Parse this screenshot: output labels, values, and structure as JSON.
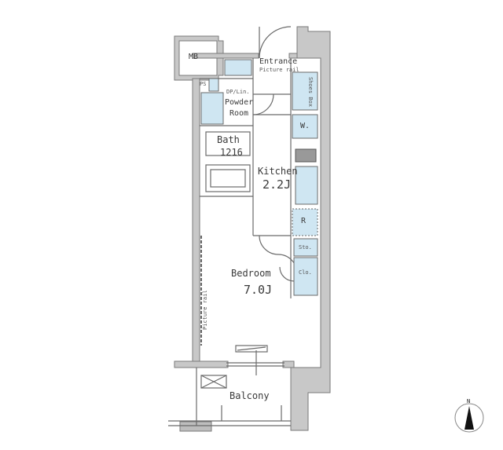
{
  "floor_plan": {
    "rooms": {
      "entrance": {
        "label": "Entrance",
        "sub": "Picture rail"
      },
      "powder_room": {
        "label_line1": "Powder",
        "label_line2": "Room",
        "appliance": "DP/Lin."
      },
      "bath": {
        "label": "Bath",
        "size": "1216"
      },
      "kitchen": {
        "label": "Kitchen",
        "size": "2.2J"
      },
      "bedroom": {
        "label": "Bedroom",
        "size": "7.0J"
      },
      "balcony": {
        "label": "Balcony"
      }
    },
    "fixtures": {
      "mb": "MB",
      "ps": "PS",
      "shoes_box": "Shoes Box",
      "washer": "W.",
      "refrigerator": "R",
      "storage": "Sto.",
      "closet": "Clo.",
      "picture_rail": "Picture rail"
    },
    "compass": {
      "label": "N"
    },
    "colors": {
      "wall": "#c8c8c8",
      "wall_stroke": "#7a7a7a",
      "fixture_fill": "#cfe6f2",
      "line": "#6a6a6a"
    }
  }
}
